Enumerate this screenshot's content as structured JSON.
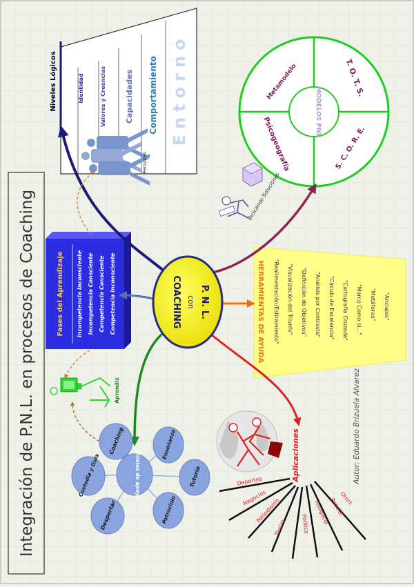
{
  "title": "Integración de P.N.L. en procesos de Coaching",
  "author": "Autor: Eduardo Brizuela Alvarez",
  "center": {
    "line1": "COACHING",
    "line2": "con",
    "line3": "P. N. L."
  },
  "niveles": {
    "title": "Niveles Lógicos",
    "levels": [
      "Identidad",
      "Valores y Creencias",
      "Capacidades",
      "Comportamiento",
      "Entorno"
    ]
  },
  "personas_label": "Personas",
  "modelos": {
    "center": "MODELOS PNL",
    "quadrants": [
      "Metamodelo",
      "T. O. T. S.",
      "Psicogeografía",
      "S. C. O. R. E."
    ]
  },
  "buscando": "Buscando Soluciones",
  "fases": {
    "title": "Fases del Aprendizaje",
    "items": [
      "Incompetencia Inconsciente",
      "Incompetencia Consciente",
      "Competencia Consciente",
      "Competencia Inconsciente"
    ]
  },
  "aprendiz": "Aprendiz",
  "herramientas": {
    "title": "HERRAMIENTAS DE AYUDA",
    "items": [
      "\"Realimentación/Estiramiento\"",
      "\"Visualización del Triunfo\"",
      "\"Definición de Objetivos\"",
      "\"Análisis por Contraste\"",
      "\"Círculo de Excelencia\"",
      "\"Cartografía Cruzada\"",
      "\"Marco Como si...\"",
      "\"Metáforas\"",
      "\"Anclajes\""
    ]
  },
  "apoyo": {
    "center": "Niveles de apoyo",
    "items": [
      "Coaching",
      "Enseñanza",
      "Tutoría",
      "Patrocinio",
      "Despertar",
      "Custodia y Guía"
    ]
  },
  "aplicaciones": {
    "title": "Aplicaciones",
    "items": [
      "Deportes",
      "Negocios",
      "Periodismo",
      "Teatro",
      "Política",
      "Abogacía",
      "Policial",
      "Otros"
    ]
  },
  "colors": {
    "background": "#eef1e8",
    "center_fill": "#f5f000",
    "niveles_arrow": "#1a1a78",
    "modelos_arrow": "#8a2450",
    "fases_arrow": "#5a72b8",
    "herramientas_arrow": "#f07010",
    "apoyo_arrow": "#1f8a1f",
    "aplicaciones_arrow": "#e02020",
    "modelos_circle": "#1ecc1e",
    "fases_box": "#2c2ce0",
    "herramientas_box": "#ffff88",
    "apoyo_node": "#8aa4e0"
  }
}
